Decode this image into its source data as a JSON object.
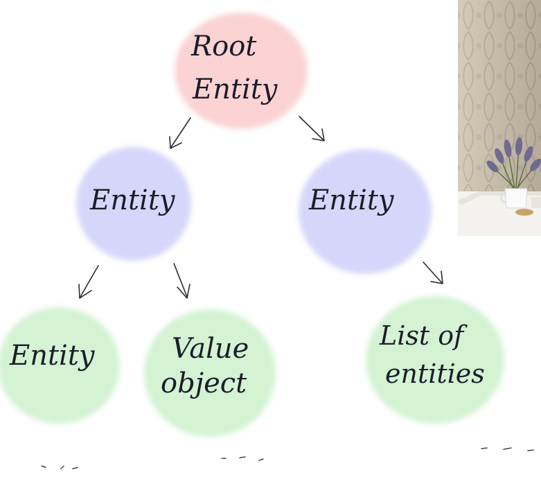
{
  "nodes": {
    "root": {
      "line1": "Root",
      "line2": "Entity",
      "fill": "#fbd3d3"
    },
    "left_entity": {
      "label": "Entity",
      "fill": "#d6d6fb"
    },
    "right_entity": {
      "label": "Entity",
      "fill": "#d6d6fb"
    },
    "leaf_entity": {
      "label": "Entity",
      "fill": "#d3f3d3"
    },
    "value_object": {
      "line1": "Value",
      "line2": "object",
      "fill": "#d3f3d3"
    },
    "list_of_entities": {
      "line1": "List of",
      "line2": "entities",
      "fill": "#d3f3d3"
    }
  },
  "photo": {
    "subject": "lavender in white mug on white table against patterned wallpaper"
  }
}
